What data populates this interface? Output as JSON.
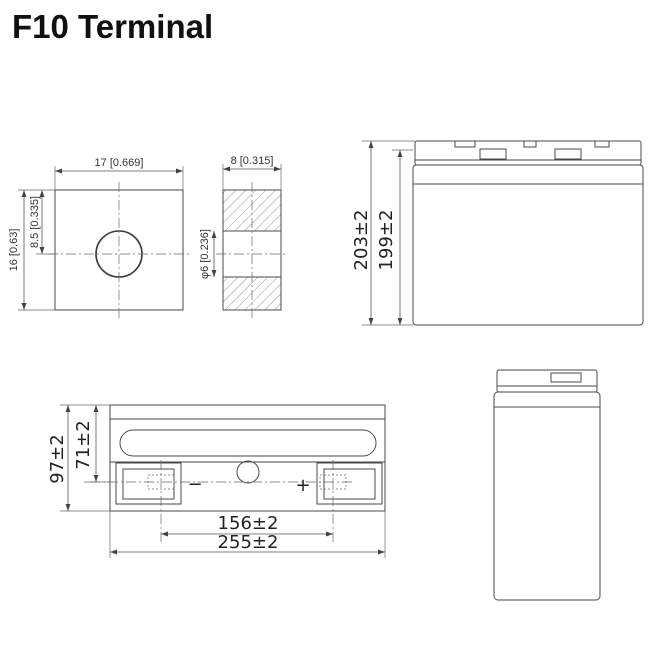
{
  "title": "F10 Terminal",
  "terminal": {
    "width_label": "17 [0.669]",
    "height_label": "16 [0.63]",
    "hole_height_label": "8.5 [0.335]",
    "thickness_label": "8 [0.315]",
    "hole_diameter_label": "φ6 [0.236]"
  },
  "side_view": {
    "total_height_label": "203±2",
    "case_height_label": "199±2"
  },
  "top_view": {
    "width_label": "97±2",
    "inner_width_label": "71±2",
    "terminal_spacing_label": "156±2",
    "length_label": "255±2",
    "negative_sign": "−",
    "positive_sign": "+"
  },
  "colors": {
    "line": "#4a4a4a",
    "text": "#222222",
    "hatch": "#777777"
  }
}
